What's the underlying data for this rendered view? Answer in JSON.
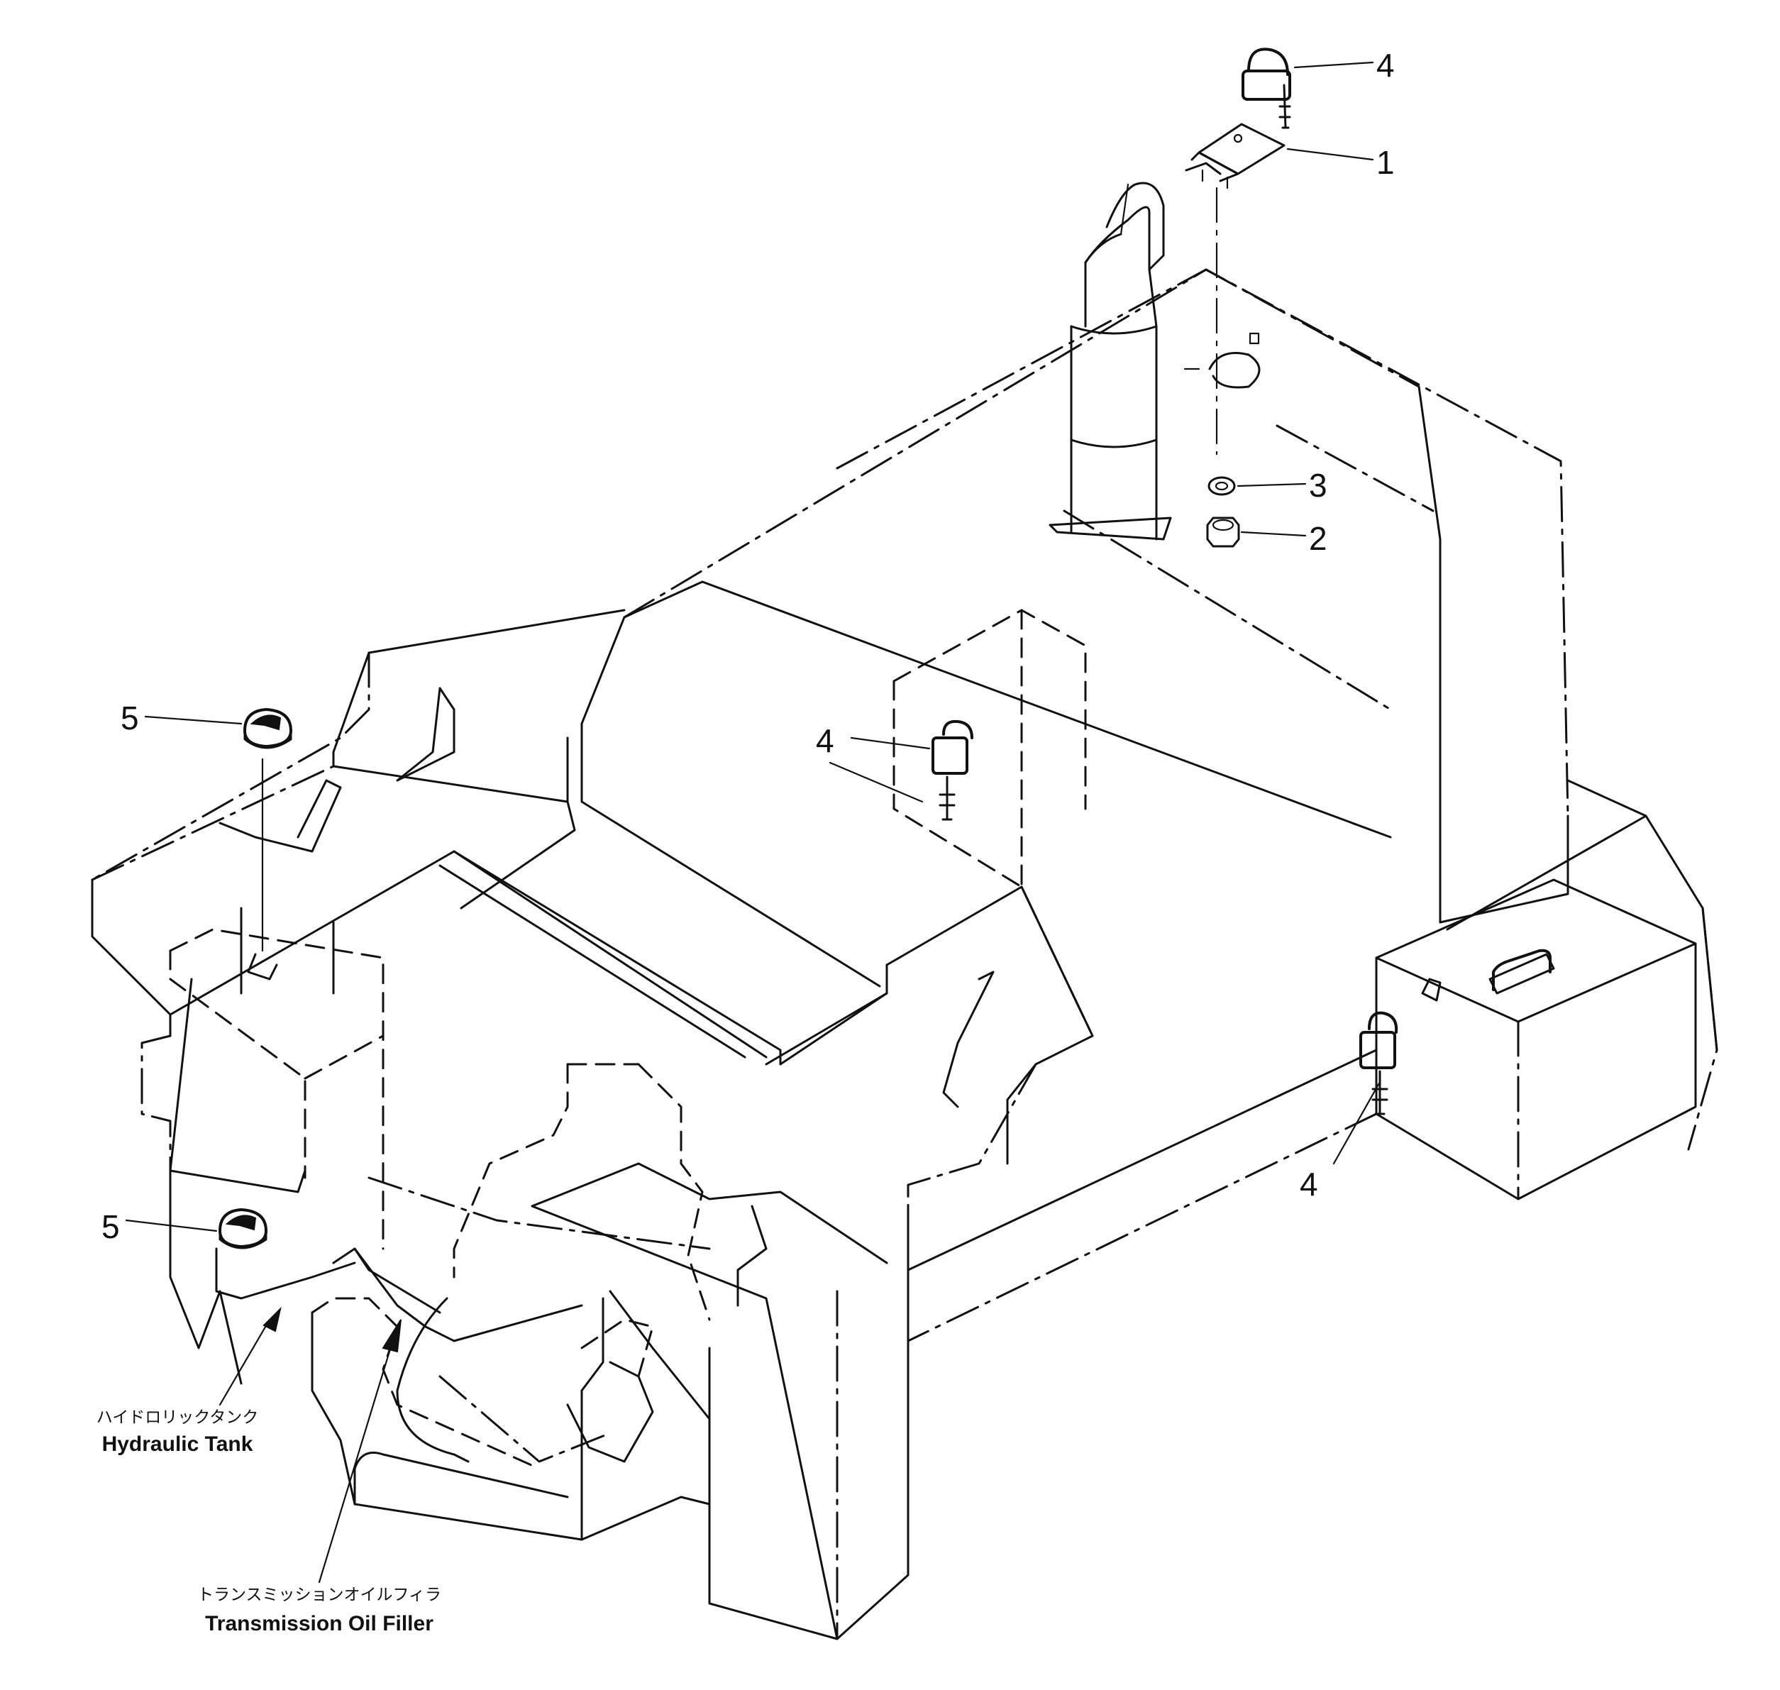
{
  "callouts": {
    "c1": "1",
    "c2": "2",
    "c3": "3",
    "c4_top": "4",
    "c4_mid": "4",
    "c4_right": "4",
    "c5_top": "5",
    "c5_low": "5"
  },
  "captions": {
    "hydraulic_tank_jp": "ハイドロリックタンク",
    "hydraulic_tank_en": "Hydraulic  Tank",
    "transmission_jp": "トランスミッションオイルフィラ",
    "transmission_en": "Transmission  Oil  Filler"
  },
  "icons": [
    "padlock-icon",
    "lock-bracket-icon",
    "washer-icon",
    "nut-icon",
    "filler-cap-icon",
    "arrow-icon"
  ],
  "colors": {
    "ink": "#111111",
    "paper": "#ffffff"
  }
}
